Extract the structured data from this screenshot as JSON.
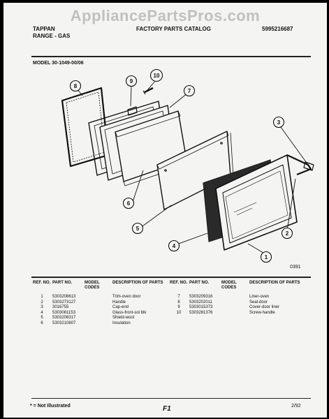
{
  "watermark": "AppliancePartsPros.com",
  "header": {
    "brand_line1": "TAPPAN",
    "brand_line2": "RANGE - GAS",
    "catalog_title": "FACTORY PARTS CATALOG",
    "catalog_number": "5995216687"
  },
  "model": "MODEL 30-1049-00/06",
  "diagram": {
    "callouts": [
      "1",
      "2",
      "3",
      "4",
      "5",
      "6",
      "7",
      "8",
      "9",
      "10"
    ],
    "code": "0391"
  },
  "table": {
    "headers": {
      "ref_no": "REF. NO.",
      "part_no": "PART NO.",
      "model_codes": "MODEL CODES",
      "description": "DESCRIPTION OF PARTS"
    },
    "left_rows": [
      {
        "ref": "1",
        "part": "5303208613",
        "desc": "Trim-oven door"
      },
      {
        "ref": "2",
        "part": "5303273127",
        "desc": "Handle"
      },
      {
        "ref": "3",
        "part": "3016755",
        "desc": "Cap-end"
      },
      {
        "ref": "4",
        "part": "5303081153",
        "desc": "Glass-front-sol blk"
      },
      {
        "ref": "5",
        "part": "5303208317",
        "desc": "Shield-wool"
      },
      {
        "ref": "6",
        "part": "5303210807",
        "desc": "Insulation"
      }
    ],
    "right_rows": [
      {
        "ref": "7",
        "part": "5303209316",
        "desc": "Liner-oven"
      },
      {
        "ref": "8",
        "part": "5303202011",
        "desc": "Seal-door"
      },
      {
        "ref": "9",
        "part": "5303015373",
        "desc": "Cover-door liner"
      },
      {
        "ref": "10",
        "part": "5303281376",
        "desc": "Screw-handle"
      }
    ]
  },
  "footer": {
    "note": "* = Not Illustrated",
    "page": "F1",
    "date": "2/92"
  }
}
